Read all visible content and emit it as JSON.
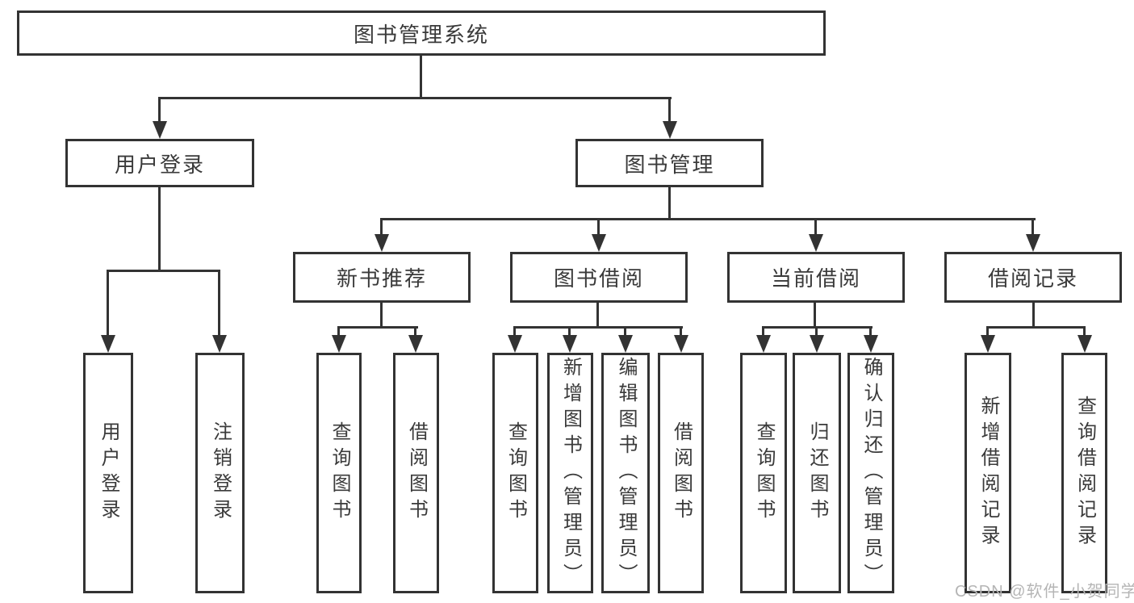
{
  "diagram": {
    "root": {
      "label": "图书管理系统"
    },
    "children": [
      {
        "label": "用户登录",
        "children": [
          {
            "label": "用户登录"
          },
          {
            "label": "注销登录"
          }
        ]
      },
      {
        "label": "图书管理",
        "children": [
          {
            "label": "新书推荐",
            "children": [
              {
                "label": "查询图书"
              },
              {
                "label": "借阅图书"
              }
            ]
          },
          {
            "label": "图书借阅",
            "children": [
              {
                "label": "查询图书"
              },
              {
                "label": "新增图书（管理员）"
              },
              {
                "label": "编辑图书（管理员）"
              },
              {
                "label": "借阅图书"
              }
            ]
          },
          {
            "label": "当前借阅",
            "children": [
              {
                "label": "查询图书"
              },
              {
                "label": "归还图书"
              },
              {
                "label": "确认归还（管理员）"
              }
            ]
          },
          {
            "label": "借阅记录",
            "children": [
              {
                "label": "新增借阅记录"
              },
              {
                "label": "查询借阅记录"
              }
            ]
          }
        ]
      }
    ]
  },
  "watermark": {
    "text": "CSDN @软件_小贺同学"
  },
  "colors": {
    "line": "#333333",
    "box_border": "#333333",
    "text": "#3a3a3a",
    "watermark": "#b5b5b5",
    "background": "#ffffff"
  }
}
